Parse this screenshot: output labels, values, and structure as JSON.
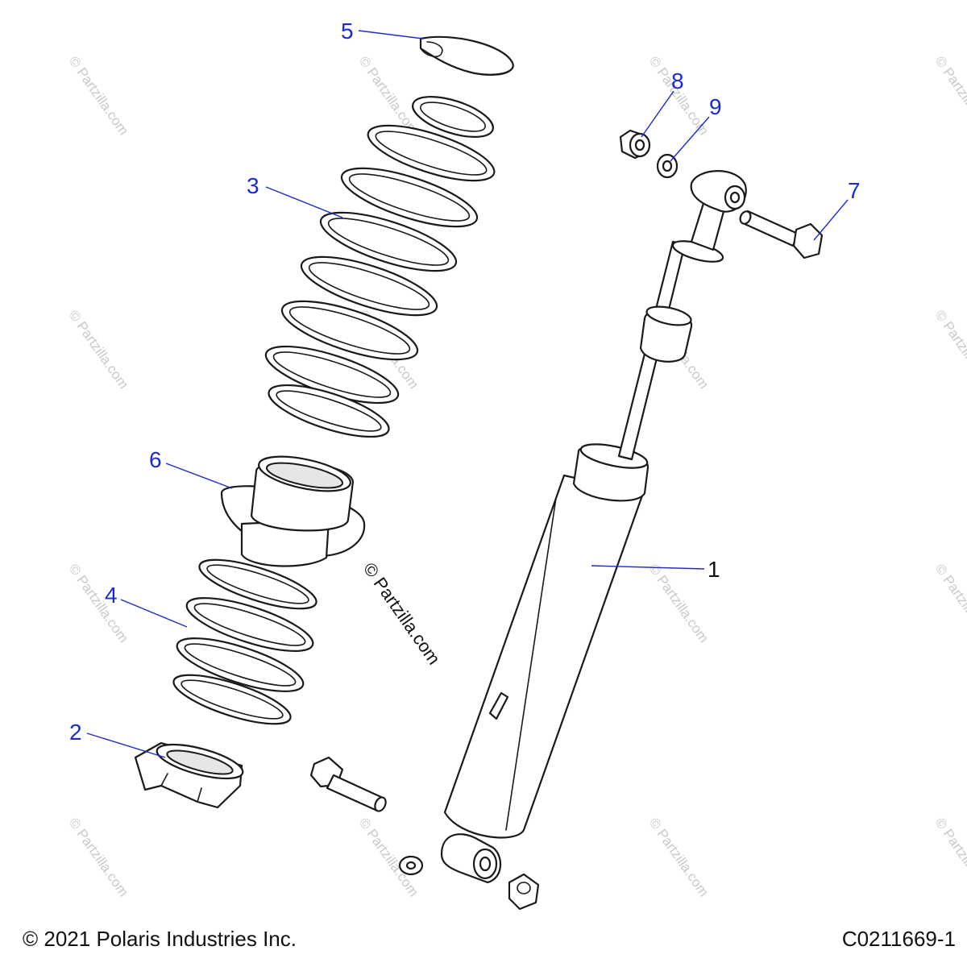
{
  "watermark": {
    "text": "© Partzilla.com",
    "center_text": "© Partzilla.com"
  },
  "callouts": {
    "c1": "1",
    "c2": "2",
    "c3": "3",
    "c4": "4",
    "c5": "5",
    "c6": "6",
    "c7": "7",
    "c8": "8",
    "c9": "9"
  },
  "footer": {
    "copyright": "© 2021 Polaris Industries Inc.",
    "drawing_number": "C0211669-1"
  },
  "colors": {
    "callout": "#1a2bd6",
    "line": "#1a1a1a",
    "watermark": "#c9c9c9"
  }
}
